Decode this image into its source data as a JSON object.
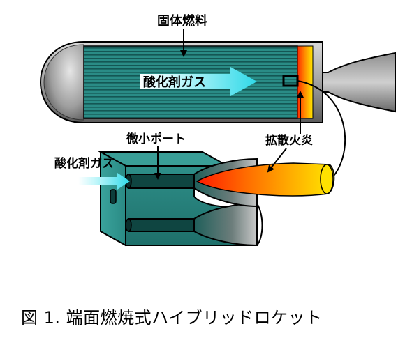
{
  "labels": {
    "solid_fuel": "固体燃料",
    "oxidizer_gas_top": "酸化剤ガス",
    "micro_port": "微小ポート",
    "diffusion_flame": "拡散火炎",
    "oxidizer_gas_left": "酸化剤ガス"
  },
  "caption": "図 1.  端面燃焼式ハイブリッドロケット",
  "colors": {
    "fuel_teal": "#2a8c86",
    "fuel_stripe": "#0e4a47",
    "casing_gray": "#9a9a9a",
    "casing_dark": "#4a4a4a",
    "flame_red": "#ff1a00",
    "flame_yellow": "#ffe100",
    "oxidizer_cyan": "#4de3ee"
  }
}
